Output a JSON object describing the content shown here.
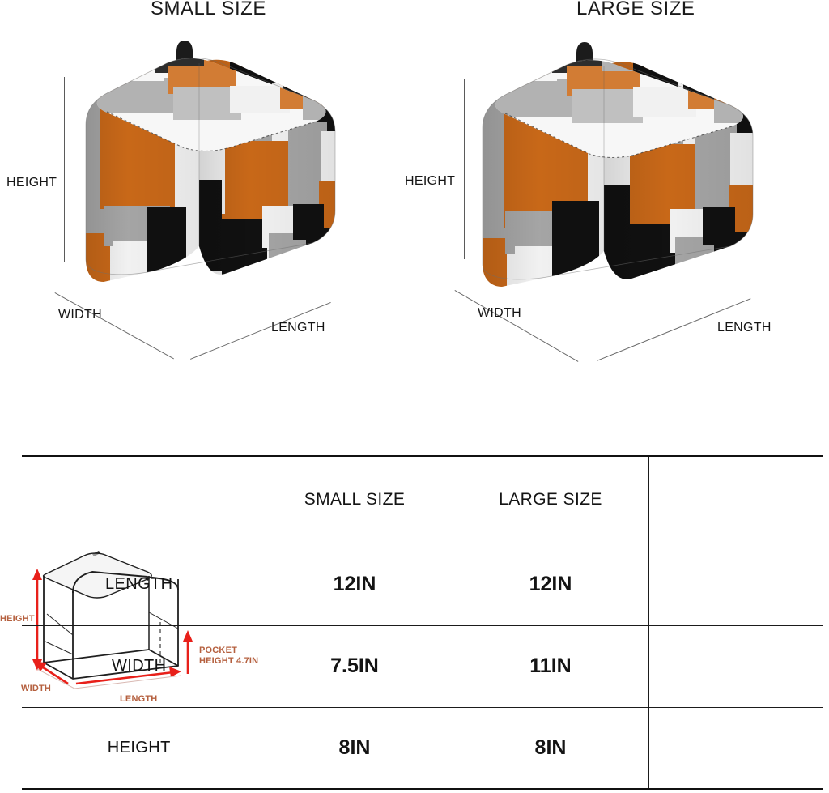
{
  "headings": {
    "small": "SMALL SIZE",
    "large": "LARGE SIZE"
  },
  "product_images": [
    {
      "variant": "small",
      "title": "SMALL SIZE",
      "dimension_labels": {
        "height": "HEIGHT",
        "width": "WIDTH",
        "length": "LENGTH"
      }
    },
    {
      "variant": "large",
      "title": "LARGE SIZE",
      "dimension_labels": {
        "height": "HEIGHT",
        "width": "WIDTH",
        "length": "LENGTH"
      }
    }
  ],
  "pattern_colors": {
    "orange": "#cc6a19",
    "gray": "#aaaaaa",
    "light_gray": "#c9c9c9",
    "white": "#f6f6f6",
    "black": "#111111",
    "handle": "#1a1a1a"
  },
  "lineart": {
    "labels": {
      "height": "HEIGHT",
      "width": "WIDTH",
      "length": "LENGTH",
      "pocket_line1": "POCKET",
      "pocket_line2": "HEIGHT 4.7IN"
    },
    "arrow_color": "#e8201a",
    "label_color": "#b5603f",
    "outline_color": "#1f1f1f"
  },
  "spec_table": {
    "corner_label": "",
    "columns": [
      "",
      "SMALL SIZE",
      "LARGE SIZE"
    ],
    "rows": [
      {
        "label": "LENGTH",
        "small": "12IN",
        "large": "12IN"
      },
      {
        "label": "WIDTH",
        "small": "7.5IN",
        "large": "11IN"
      },
      {
        "label": "HEIGHT",
        "small": "8IN",
        "large": "8IN"
      }
    ]
  }
}
